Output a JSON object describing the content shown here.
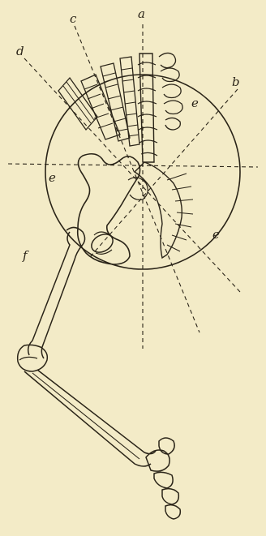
{
  "figure": {
    "labels": {
      "a": "a",
      "b": "b",
      "c": "c",
      "d": "d",
      "e_left": "e",
      "e_right": "e",
      "e_lower": "e",
      "f": "f"
    },
    "colors": {
      "paper": "#f3ebc7",
      "ink": "#2a2418"
    }
  }
}
